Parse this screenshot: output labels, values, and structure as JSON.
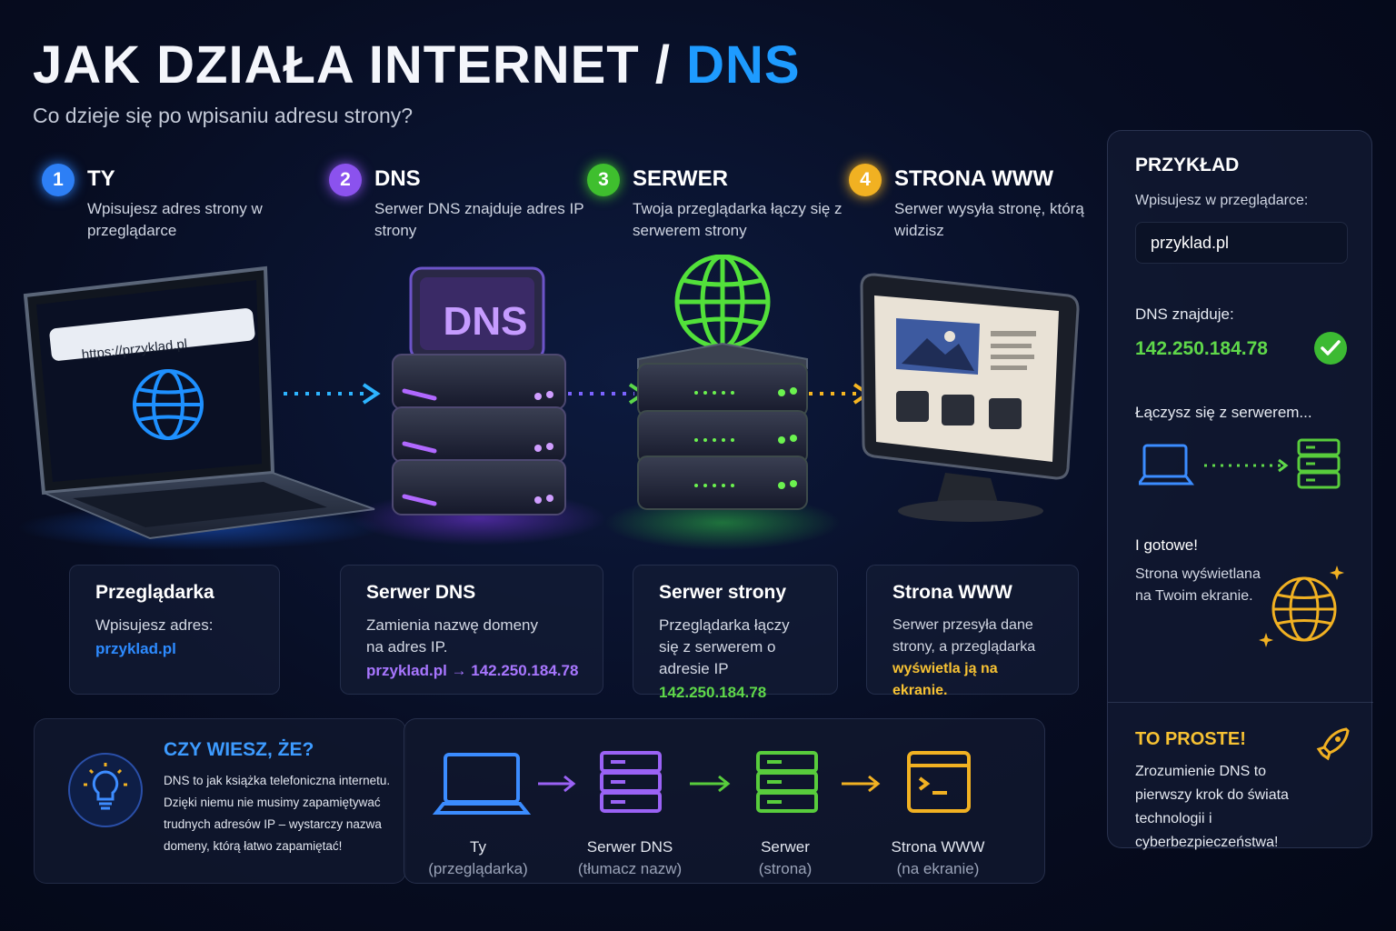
{
  "header": {
    "title_main": "JAK DZIAŁA INTERNET / ",
    "title_accent": "DNS",
    "subtitle": "Co dzieje się po wpisaniu adresu strony?"
  },
  "steps": [
    {
      "number": "1",
      "name": "TY",
      "desc": "Wpisujesz adres strony w przeglądarce",
      "color": "#2d7ff5"
    },
    {
      "number": "2",
      "name": "DNS",
      "desc": "Serwer DNS znajduje adres IP strony",
      "color": "#8b52ee"
    },
    {
      "number": "3",
      "name": "SERWER",
      "desc": "Twoja przeglądarka łączy się z serwerem strony",
      "color": "#3fbf2e"
    },
    {
      "number": "4",
      "name": "STRONA WWW",
      "desc": "Serwer wysyła stronę, którą widzisz",
      "color": "#f1b122"
    }
  ],
  "illustration": {
    "browser_url": "https://przyklad.pl",
    "dns_box_label": "DNS"
  },
  "cards": [
    {
      "title": "Przeglądarka",
      "desc": "Wpisujesz adres:",
      "value": "przyklad.pl",
      "value_color": "#2d8bff"
    },
    {
      "title": "Serwer DNS",
      "desc": "Zamienia nazwę domeny na adres IP.",
      "value": "przyklad.pl → 142.250.184.78",
      "value_color": "#a876ff"
    },
    {
      "title": "Serwer strony",
      "desc": "Przeglądarka łączy się z serwerem o adresie IP",
      "value": "142.250.184.78",
      "value_color": "#5fd84a"
    },
    {
      "title": "Strona WWW",
      "desc_start": "Serwer przesyła dane strony, a przeglądarka ",
      "desc_highlight": "wyświetla ją na ekranie.",
      "value_color": "#f7c233"
    }
  ],
  "example": {
    "title": "PRZYKŁAD",
    "input_label": "Wpisujesz w przeglądarce:",
    "input_value": "przyklad.pl",
    "dns_label": "DNS znajduje:",
    "dns_value": "142.250.184.78",
    "connect_label": "Łączysz się z serwerem...",
    "done_title": "I gotowe!",
    "done_desc": "Strona wyświetlana na Twoim ekranie.",
    "simple_title": "TO PROSTE!",
    "simple_desc": "Zrozumienie DNS to pierwszy krok do świata technologii i cyberbezpieczeństwa!"
  },
  "didyouknow": {
    "title": "CZY WIESZ, ŻE?",
    "text": "DNS to jak książka telefoniczna internetu. Dzięki niemu nie musimy zapamiętywać trudnych adresów IP – wystarczy nazwa domeny, którą łatwo zapamiętać!"
  },
  "flow": [
    {
      "label": "Ty",
      "sub": "(przeglądarka)",
      "color": "#3b8cff"
    },
    {
      "label": "Serwer DNS",
      "sub": "(tłumacz nazw)",
      "color": "#9a62f5"
    },
    {
      "label": "Serwer",
      "sub": "(strona)",
      "color": "#58cc3c"
    },
    {
      "label": "Strona WWW",
      "sub": "(na ekranie)",
      "color": "#f1b122"
    }
  ]
}
